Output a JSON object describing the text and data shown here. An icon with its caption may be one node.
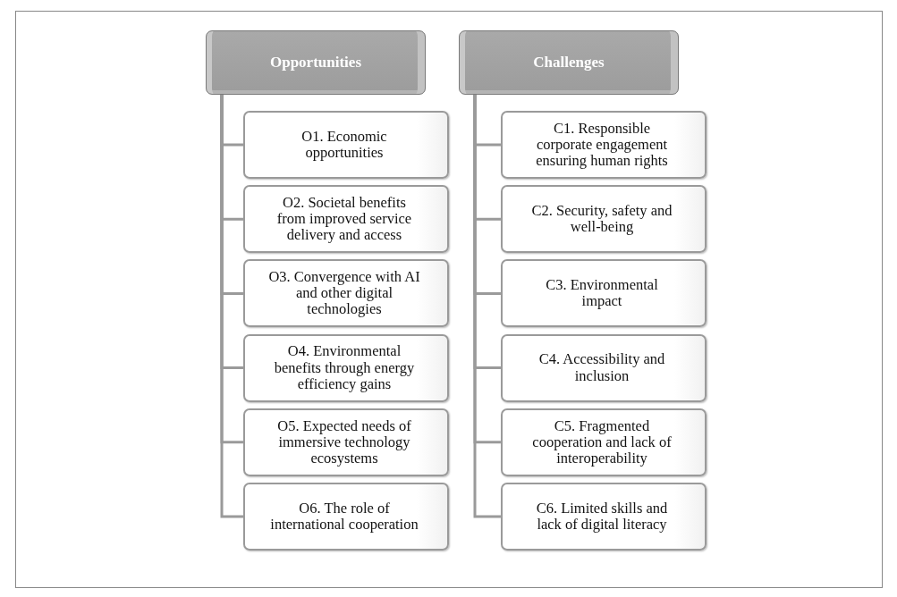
{
  "diagram": {
    "nodes": [
      {
        "text": [
          "Opportunities"
        ]
      },
      {
        "text": [
          "O1. Economic opportunities"
        ]
      },
      {
        "text": [
          "O2. Societal benefits from improved service delivery and access"
        ]
      },
      {
        "text": [
          "O3. Convergence with AI and other digital technologies"
        ]
      },
      {
        "text": [
          "O4. Environmental benefits through energy efficiency gains"
        ]
      },
      {
        "text": [
          "O5. Expected needs of immersive technology ecosystems"
        ]
      },
      {
        "text": [
          "O6. The role of international cooperation"
        ]
      },
      {
        "text": [
          "Challenges"
        ]
      },
      {
        "text": [
          "C1. Responsible corporate engagement ensuring human rights"
        ]
      },
      {
        "text": [
          "C2. Security, safety and well-being"
        ]
      },
      {
        "text": [
          "C3. Environmental impact"
        ]
      },
      {
        "text": [
          "C4. Accessibility and inclusion"
        ]
      },
      {
        "text": [
          "C5. Fragmented cooperation and lack of interoperability"
        ]
      },
      {
        "text": [
          "C6. Limited skills and lack of digital literacy"
        ]
      }
    ],
    "edges": [
      {
        "from": 0,
        "to": 1,
        "arrow": "none"
      },
      {
        "from": 0,
        "to": 2,
        "arrow": "none"
      },
      {
        "from": 0,
        "to": 3,
        "arrow": "none"
      },
      {
        "from": 0,
        "to": 4,
        "arrow": "none"
      },
      {
        "from": 0,
        "to": 5,
        "arrow": "none"
      },
      {
        "from": 0,
        "to": 6,
        "arrow": "none"
      },
      {
        "from": 7,
        "to": 8,
        "arrow": "none"
      },
      {
        "from": 7,
        "to": 9,
        "arrow": "none"
      },
      {
        "from": 7,
        "to": 10,
        "arrow": "none"
      },
      {
        "from": 7,
        "to": 11,
        "arrow": "none"
      },
      {
        "from": 7,
        "to": 12,
        "arrow": "none"
      },
      {
        "from": 7,
        "to": 13,
        "arrow": "none"
      }
    ]
  }
}
